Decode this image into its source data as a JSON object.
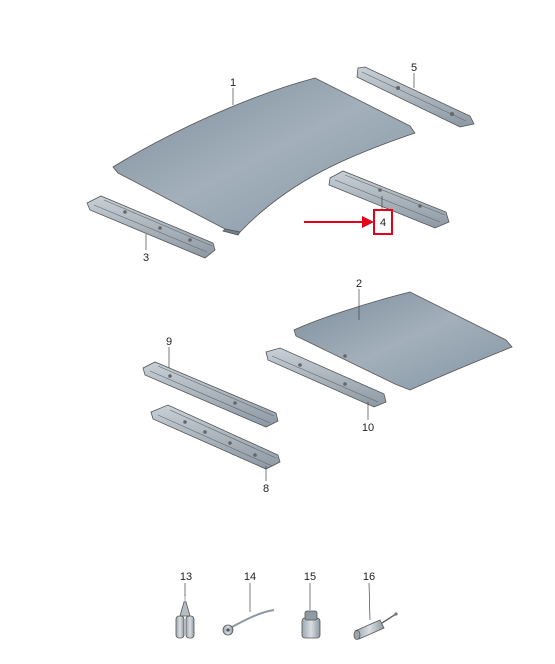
{
  "diagram": {
    "highlight_color": "#e3001b",
    "highlighted_part": "4",
    "parts": [
      {
        "id": "p1",
        "number": "1",
        "name": "roof-panel"
      },
      {
        "id": "p2",
        "number": "2",
        "name": "roof-panel-sunroof"
      },
      {
        "id": "p3",
        "number": "3",
        "name": "front-roof-bow"
      },
      {
        "id": "p4",
        "number": "4",
        "name": "rear-roof-bow"
      },
      {
        "id": "p5",
        "number": "5",
        "name": "rear-roof-frame"
      },
      {
        "id": "p8",
        "number": "8",
        "name": "front-roof-frame"
      },
      {
        "id": "p9",
        "number": "9",
        "name": "cross-member"
      },
      {
        "id": "p10",
        "number": "10",
        "name": "rear-cross-member"
      },
      {
        "id": "p13",
        "number": "13",
        "name": "adhesive-cartridges"
      },
      {
        "id": "p14",
        "number": "14",
        "name": "applicator-nozzle"
      },
      {
        "id": "p15",
        "number": "15",
        "name": "sealant-tube"
      },
      {
        "id": "p16",
        "number": "16",
        "name": "cartridge-gun"
      }
    ]
  }
}
